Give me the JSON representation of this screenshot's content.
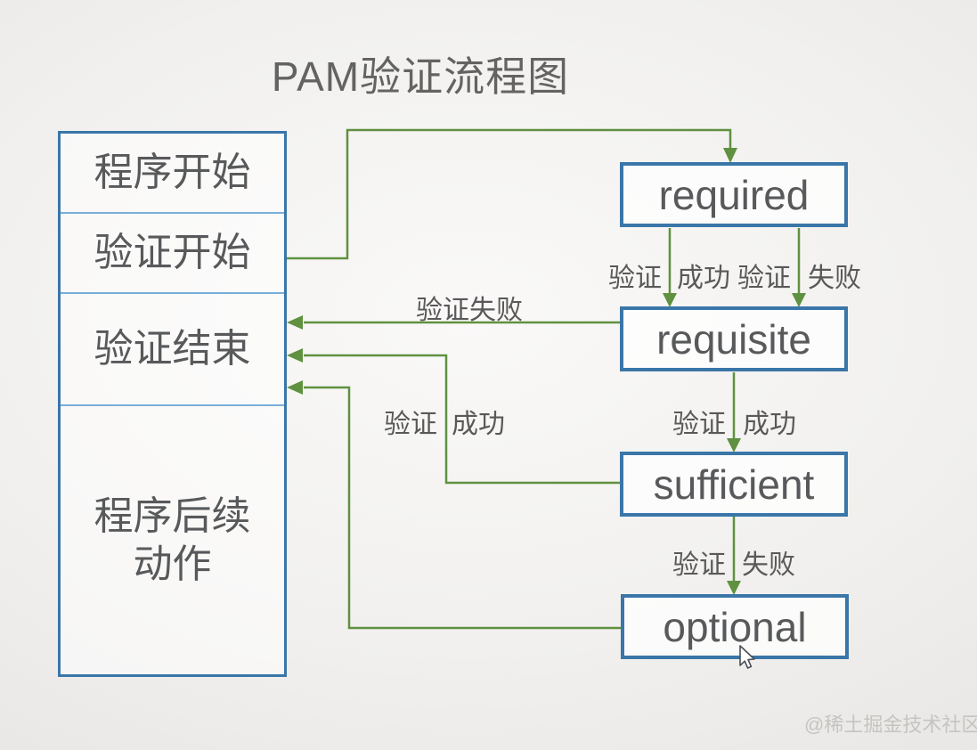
{
  "title": "PAM验证流程图",
  "watermark": "@稀土掘金技术社区",
  "colors": {
    "box_border": "#3a76a8",
    "divider": "#79aed9",
    "line": "#5f9140",
    "text": "#58595b",
    "label_text": "#595959",
    "title_text": "#636363",
    "watermark_text": "#c6c4c1",
    "bg_inner": "#faf9f8",
    "bg_outer": "#e7e5e3"
  },
  "left_panel": {
    "sections": [
      {
        "label": "程序开始"
      },
      {
        "label": "验证开始"
      },
      {
        "label": "验证结束"
      },
      {
        "label": "程序后续\n动作"
      }
    ]
  },
  "nodes": [
    {
      "label": "required"
    },
    {
      "label": "requisite"
    },
    {
      "label": "sufficient"
    },
    {
      "label": "optional"
    }
  ],
  "edge_labels": {
    "required_success": {
      "left": "验证",
      "right": "成功"
    },
    "required_fail": {
      "left": "验证",
      "right": "失败"
    },
    "requisite_fail_to_end": "验证失败",
    "requisite_success": {
      "left": "验证",
      "right": "成功"
    },
    "sufficient_success_to_end": {
      "left": "验证",
      "right": "成功"
    },
    "sufficient_fail": {
      "left": "验证",
      "right": "失败"
    }
  }
}
